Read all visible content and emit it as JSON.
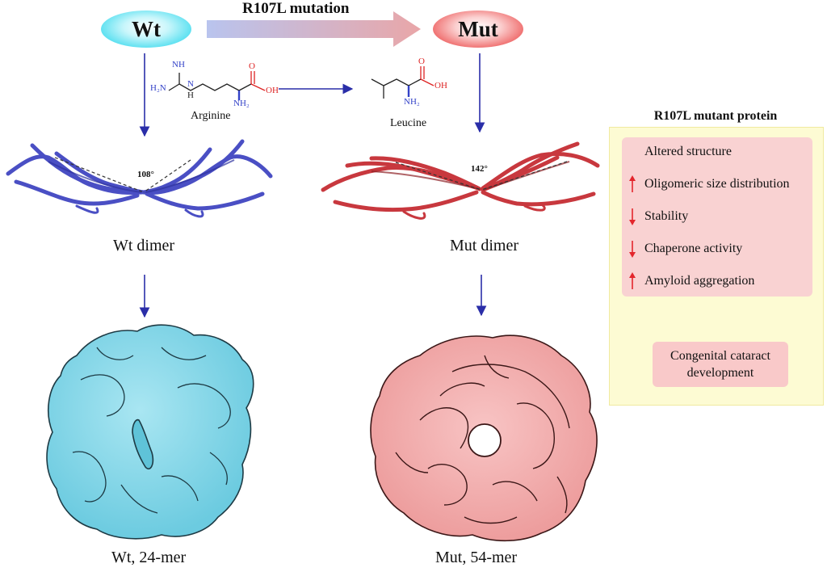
{
  "header": {
    "wt_label": "Wt",
    "mut_label": "Mut",
    "mutation_label": "R107L mutation"
  },
  "chemistry": {
    "arginine_name": "Arginine",
    "leucine_name": "Leucine",
    "atom_nh": "NH",
    "atom_h2n": "H₂N",
    "atom_n": "N",
    "atom_h": "H",
    "atom_nh2": "NH₂",
    "atom_o": "O",
    "atom_oh": "OH"
  },
  "dimers": {
    "wt_angle": "108°",
    "mut_angle": "142°",
    "wt_caption": "Wt dimer",
    "mut_caption": "Mut dimer"
  },
  "oligomers": {
    "wt_caption": "Wt, 24-mer",
    "mut_caption": "Mut, 54-mer"
  },
  "panel": {
    "title": "R107L mutant protein",
    "effects": [
      {
        "text": "Altered structure",
        "direction": "none"
      },
      {
        "text": "Oligomeric size distribution",
        "direction": "up"
      },
      {
        "text": "Stability",
        "direction": "down"
      },
      {
        "text": "Chaperone activity",
        "direction": "down"
      },
      {
        "text": "Amyloid aggregation",
        "direction": "up"
      }
    ],
    "outcome": "Congenital cataract development"
  },
  "colors": {
    "wt_blue": "#4a4fc4",
    "mut_red": "#c8383e",
    "wt_surface": "#7fd3e6",
    "mut_surface": "#f2a7a7",
    "arrow_blue": "#2a2ea8",
    "panel_bg": "#fdfbd3",
    "effects_bg": "#f9d2d2",
    "effect_arrow_red": "#e3262c"
  }
}
